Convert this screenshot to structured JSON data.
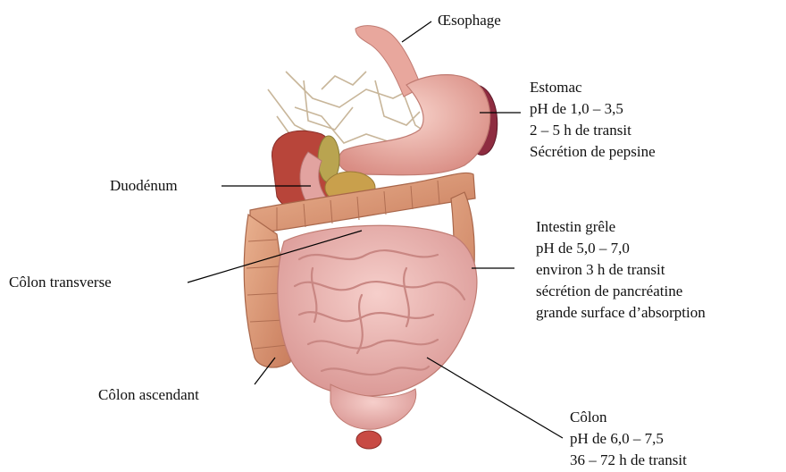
{
  "labels": {
    "oesophage": "Œsophage",
    "estomac": {
      "name": "Estomac",
      "ph": "pH de 1,0 – 3,5",
      "transit": "2 – 5 h de transit",
      "secretion": "Sécrétion de pepsine"
    },
    "duodenum": "Duodénum",
    "intestin": {
      "name": "Intestin grêle",
      "ph": "pH de 5,0 – 7,0",
      "transit": "environ 3 h de transit",
      "secretion": "sécrétion de pancréatine",
      "absorption": "grande surface d’absorption"
    },
    "colon_transverse": "Côlon transverse",
    "colon_ascendant": "Côlon ascendant",
    "colon": {
      "name": "Côlon",
      "ph": "pH de 6,0 – 7,5",
      "transit": "36 – 72 h de transit"
    }
  },
  "colors": {
    "stomach": "#ecb0a6",
    "spleen": "#8e2c40",
    "liver": "#b8453a",
    "gallbladder": "#b9a450",
    "pancreas": "#c9a04c",
    "colon": "#d99a78",
    "small_intestine": "#eeb7b4",
    "rectum": "#c84a44",
    "vessels": "#c8b69a",
    "leader_line": "#000000"
  }
}
